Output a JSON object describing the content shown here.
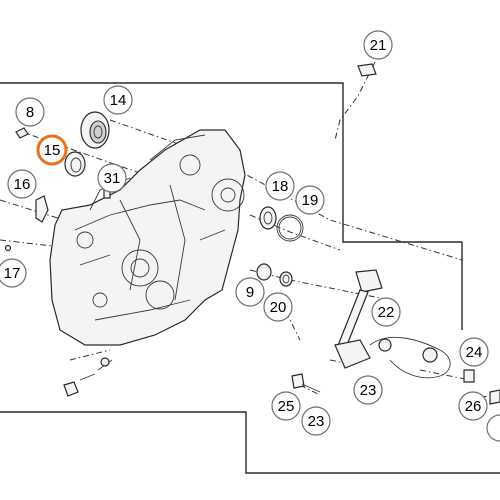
{
  "callouts": [
    {
      "id": "c8",
      "label": "8",
      "highlighted": false
    },
    {
      "id": "c14",
      "label": "14",
      "highlighted": false
    },
    {
      "id": "c15",
      "label": "15",
      "highlighted": true
    },
    {
      "id": "c16",
      "label": "16",
      "highlighted": false
    },
    {
      "id": "c31",
      "label": "31",
      "highlighted": false
    },
    {
      "id": "c17",
      "label": "17",
      "highlighted": false
    },
    {
      "id": "c18",
      "label": "18",
      "highlighted": false
    },
    {
      "id": "c19",
      "label": "19",
      "highlighted": false
    },
    {
      "id": "c21",
      "label": "21",
      "highlighted": false
    },
    {
      "id": "c9",
      "label": "9",
      "highlighted": false
    },
    {
      "id": "c20",
      "label": "20",
      "highlighted": false
    },
    {
      "id": "c22",
      "label": "22",
      "highlighted": false
    },
    {
      "id": "c23a",
      "label": "23",
      "highlighted": false
    },
    {
      "id": "c23b",
      "label": "23",
      "highlighted": false
    },
    {
      "id": "c24",
      "label": "24",
      "highlighted": false
    },
    {
      "id": "c25",
      "label": "25",
      "highlighted": false
    },
    {
      "id": "c26",
      "label": "26",
      "highlighted": false
    }
  ],
  "colors": {
    "highlight": "#e8731e",
    "line": "#2a2a2a",
    "circle": "#6f6f6f"
  }
}
